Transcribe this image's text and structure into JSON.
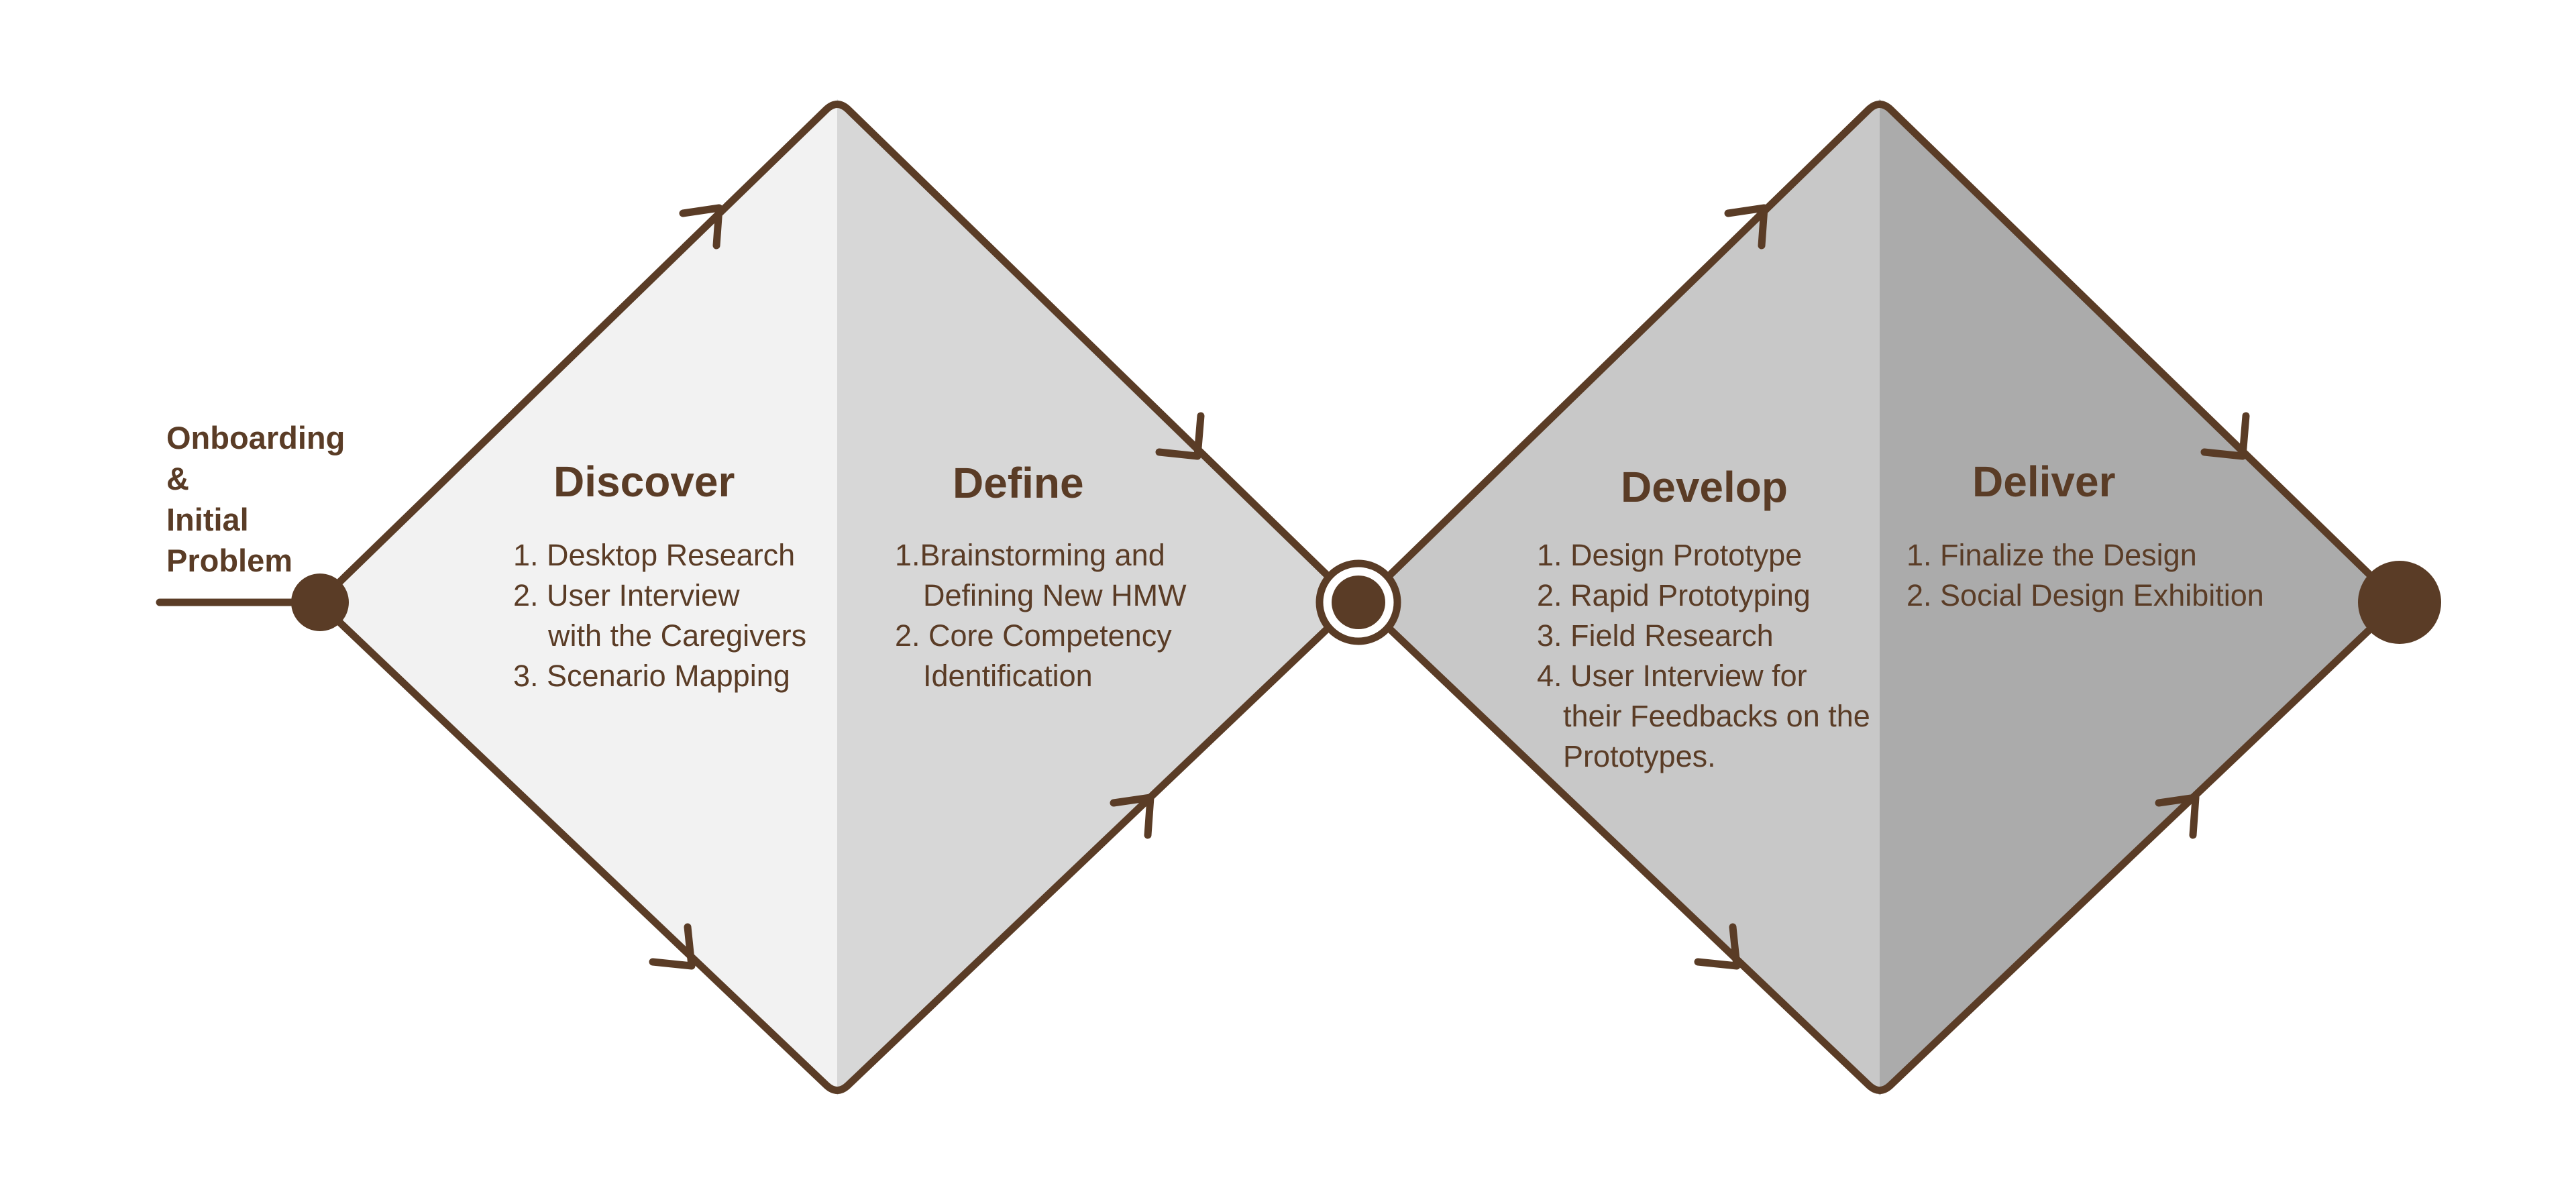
{
  "colors": {
    "stroke": "#5a3c26",
    "text": "#5a3c26",
    "discover_fill": "#f2f2f2",
    "define_fill": "#d7d7d7",
    "develop_fill": "#c8c8c8",
    "deliver_fill": "#ababab",
    "background": "#ffffff"
  },
  "start": {
    "label_lines": [
      "Onboarding",
      "&",
      "Initial",
      "Problem"
    ]
  },
  "phases": {
    "discover": {
      "title": "Discover",
      "items": [
        "1. Desktop Research",
        "2. User Interview",
        "with the Caregivers",
        "3. Scenario Mapping"
      ]
    },
    "define": {
      "title": "Define",
      "items": [
        "1.Brainstorming and",
        "Defining New HMW",
        "2. Core Competency",
        "Identification"
      ]
    },
    "develop": {
      "title": "Develop",
      "items": [
        "1. Design Prototype",
        "2. Rapid Prototyping",
        "3. Field Research",
        "4. User Interview for",
        "their Feedbacks on the",
        "Prototypes."
      ]
    },
    "deliver": {
      "title": "Deliver",
      "items": [
        "1. Finalize the Design",
        "2. Social Design Exhibition"
      ]
    }
  }
}
